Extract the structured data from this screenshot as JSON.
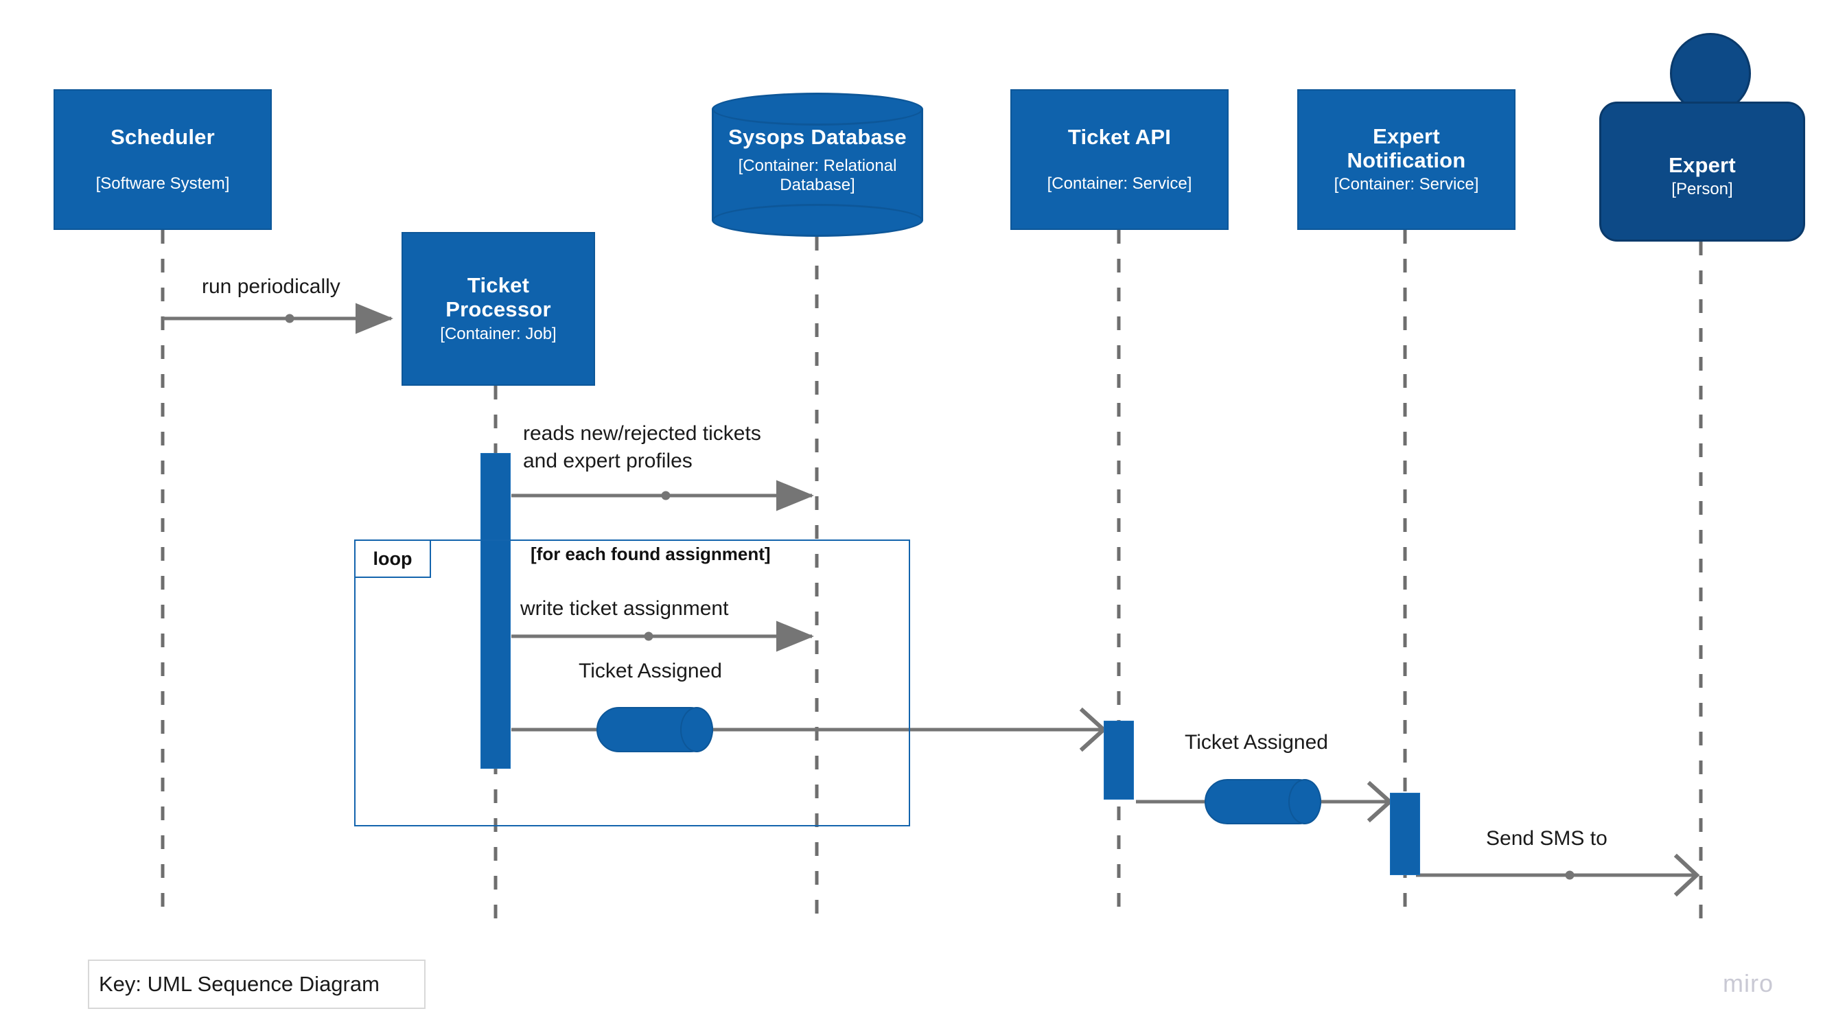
{
  "diagram": {
    "type": "uml-sequence",
    "key_label": "Key: UML Sequence Diagram",
    "watermark": "miro",
    "colors": {
      "box_fill": "#0f62ac",
      "box_stroke": "#0d5799",
      "person_fill": "#0d4a87",
      "person_stroke": "#0a3a6b",
      "arrow": "#757575",
      "fragment_stroke": "#1364ad",
      "lifeline": "#6e6e6e",
      "text_dark": "#1a1a1a"
    }
  },
  "participants": [
    {
      "id": "scheduler",
      "name": "Scheduler",
      "technology": "[Software System]",
      "shape": "box"
    },
    {
      "id": "ticket-processor",
      "name": "Ticket Processor",
      "technology": "[Container: Job]",
      "shape": "box"
    },
    {
      "id": "sysops-db",
      "name": "Sysops Database",
      "technology": "[Container: Relational Database]",
      "shape": "database"
    },
    {
      "id": "ticket-api",
      "name": "Ticket API",
      "technology": "[Container: Service]",
      "shape": "box"
    },
    {
      "id": "expert-notification",
      "name": "Expert Notification",
      "technology": "[Container: Service]",
      "shape": "box"
    },
    {
      "id": "expert",
      "name": "Expert",
      "technology": "[Person]",
      "shape": "person"
    }
  ],
  "messages": [
    {
      "id": "m1",
      "label": "run periodically",
      "from": "scheduler",
      "to": "ticket-processor",
      "arrow": "solid-filled"
    },
    {
      "id": "m2",
      "label": "reads new/rejected tickets\nand expert profiles",
      "from": "ticket-processor",
      "to": "sysops-db",
      "arrow": "solid-filled"
    },
    {
      "id": "m3",
      "label": "write ticket assignment",
      "from": "ticket-processor",
      "to": "sysops-db",
      "arrow": "solid-filled"
    },
    {
      "id": "m4",
      "label": "Ticket Assigned",
      "from": "ticket-processor",
      "to": "ticket-api",
      "arrow": "open-async",
      "via": "queue"
    },
    {
      "id": "m5",
      "label": "Ticket Assigned",
      "from": "ticket-api",
      "to": "expert-notification",
      "arrow": "open-async",
      "via": "queue"
    },
    {
      "id": "m6",
      "label": "Send SMS to",
      "from": "expert-notification",
      "to": "expert",
      "arrow": "open-async"
    }
  ],
  "fragments": [
    {
      "id": "loop1",
      "operator": "loop",
      "guard": "[for each found assignment]"
    }
  ]
}
